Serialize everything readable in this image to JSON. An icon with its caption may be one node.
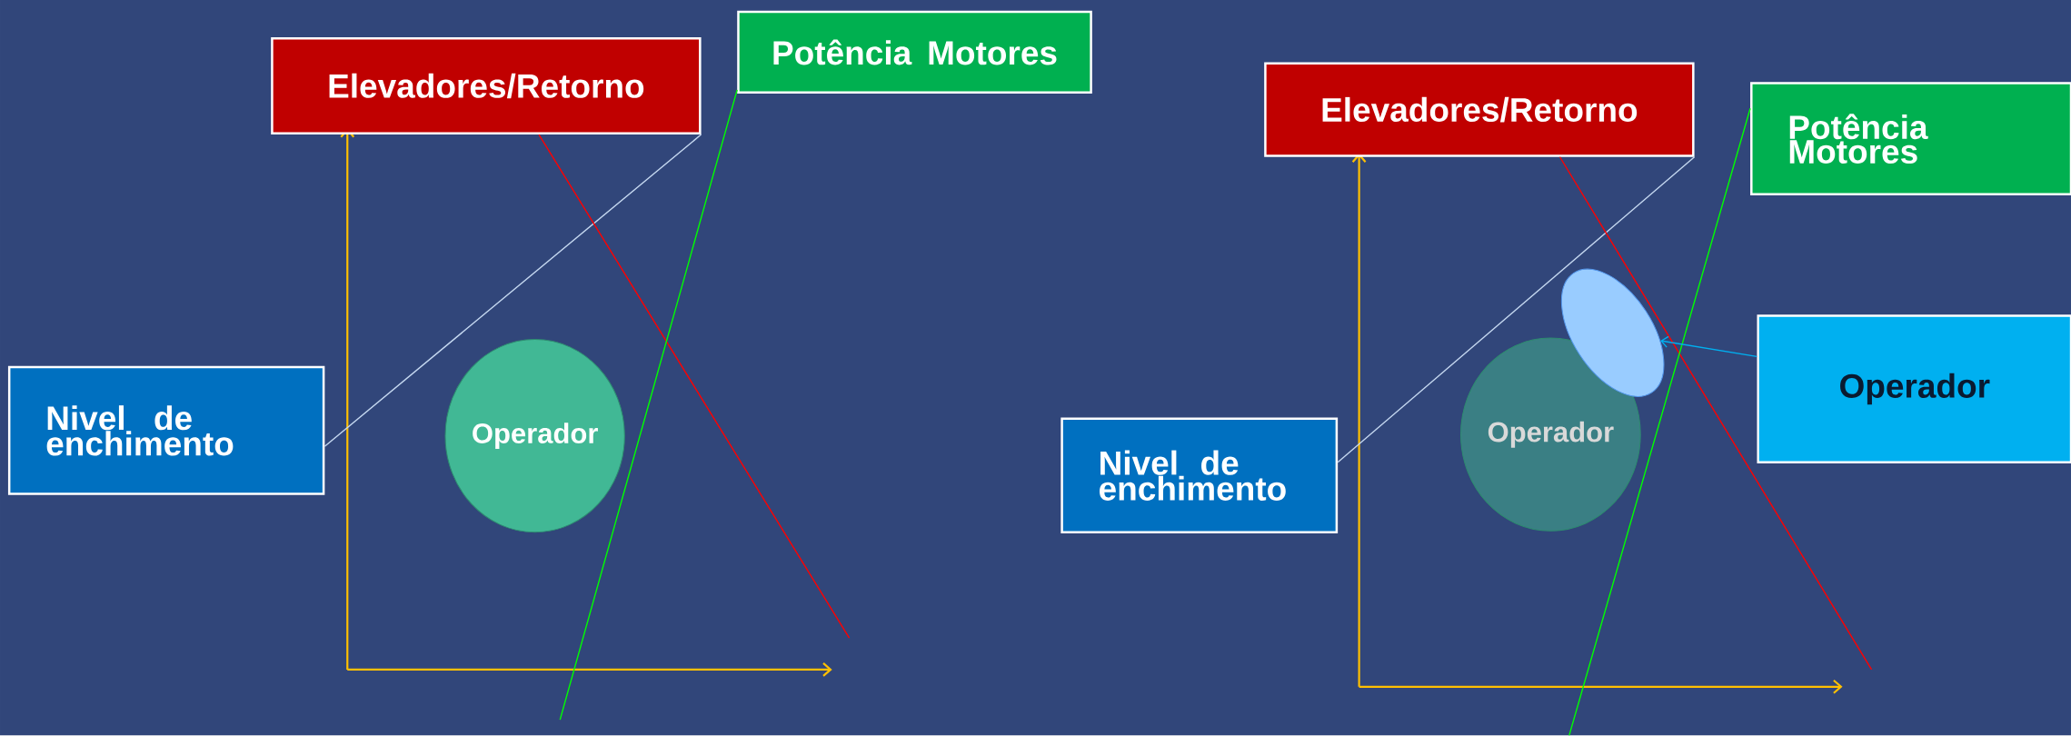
{
  "diagram": {
    "nodes": [
      {
        "text": [
          "Elevadores/Retorno"
        ]
      },
      {
        "text": [
          "Potência Motores"
        ]
      },
      {
        "text": [
          "Nivel de enchimento"
        ]
      },
      {
        "text": [
          "Operador"
        ]
      },
      {
        "text": [
          "Elevadores/Retorno"
        ]
      },
      {
        "text": [
          "Potência Motores"
        ]
      },
      {
        "text": [
          "Nivel de enchimento"
        ]
      },
      {
        "text": [
          "Operador"
        ]
      },
      {
        "text": [],
        "shape": "ellipse"
      },
      {
        "text": [
          "Operador"
        ]
      }
    ],
    "edges": [
      {
        "from": 2,
        "to": 0,
        "arrow": "none",
        "color": "#c6d9f1"
      },
      {
        "from": 0,
        "to": null,
        "arrow": "none",
        "color": "#ff0000"
      },
      {
        "from": 1,
        "to": null,
        "arrow": "none",
        "color": "#00ff00"
      },
      {
        "from": 6,
        "to": 4,
        "arrow": "none",
        "color": "#c6d9f1"
      },
      {
        "from": 4,
        "to": null,
        "arrow": "none",
        "color": "#ff0000"
      },
      {
        "from": 5,
        "to": null,
        "arrow": "none",
        "color": "#00ff00"
      },
      {
        "from": 9,
        "to": 8,
        "arrow": "to",
        "color": "#00b0f0"
      }
    ]
  }
}
